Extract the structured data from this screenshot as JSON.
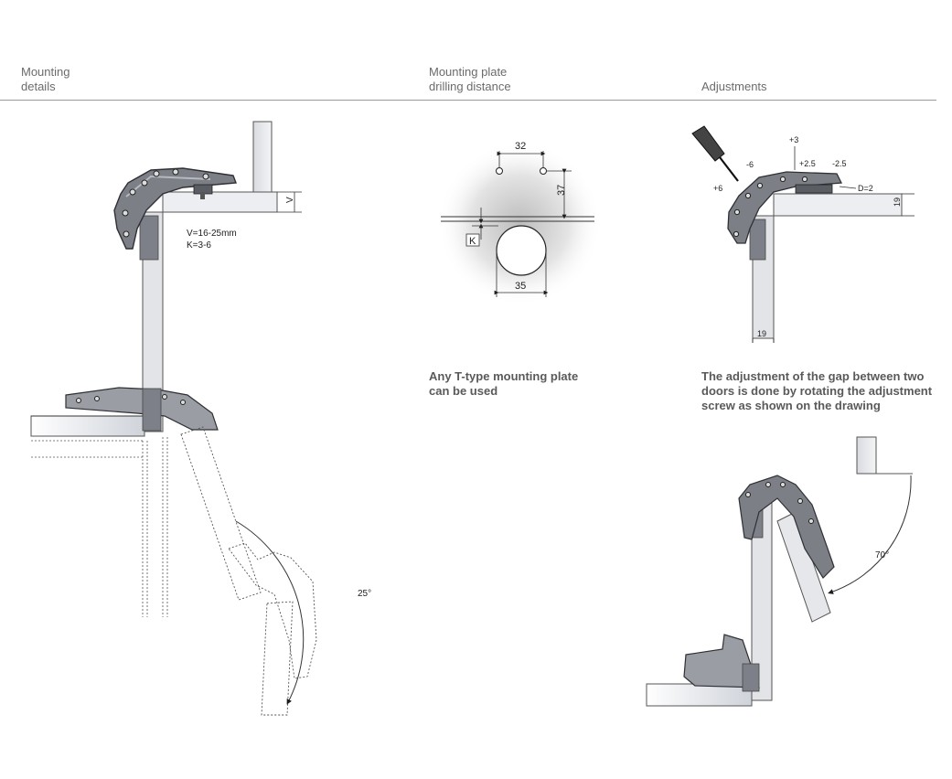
{
  "headers": {
    "mounting_details": "Mounting\ndetails",
    "mounting_plate": "Mounting plate\ndrilling distance",
    "adjustments": "Adjustments"
  },
  "mounting": {
    "v_label": "V",
    "spec_v": "V=16-25mm",
    "spec_k": "K=3-6",
    "angle": "25°"
  },
  "plate": {
    "dim_32": "32",
    "dim_37": "37",
    "dim_35": "35",
    "dim_k": "K",
    "note": "Any T-type mounting plate\ncan be used"
  },
  "adjust": {
    "plus3": "+3",
    "plus25": "+2.5",
    "minus25": "-2.5",
    "minus6": "-6",
    "plus6": "+6",
    "d2": "D=2",
    "dim19_top": "19",
    "dim19_bottom": "19",
    "angle": "70°",
    "note": "The adjustment of the gap between two\ndoors is done by rotating the adjustment\nscrew as shown on the drawing"
  },
  "colors": {
    "panel": "#e6e7ea",
    "hinge": "#7c7f86",
    "hinge_dark": "#4b4e55",
    "line": "#1d1d1b"
  }
}
